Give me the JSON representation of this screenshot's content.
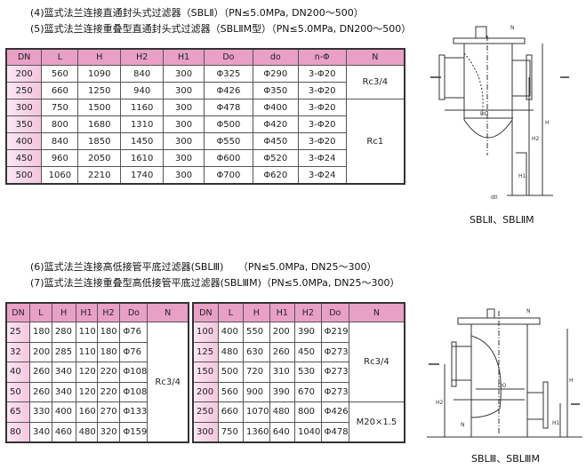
{
  "section1": {
    "title_4": "(4)篮式法兰连接直通封头式过滤器（SBLⅡ）（PN≤5.0MPa, DN200～500）",
    "title_5": "(5)篮式法兰连接重叠型直通封头式过滤器（SBLⅡM型）（PN≤5.0MPa, DN200～500）",
    "headers": [
      "DN",
      "L",
      "H",
      "H2",
      "H1",
      "Do",
      "do",
      "n-Φ",
      "N"
    ],
    "rows": [
      [
        "200",
        "560",
        "1090",
        "840",
        "300",
        "Φ325",
        "Φ290",
        "3-Φ20"
      ],
      [
        "250",
        "660",
        "1250",
        "940",
        "300",
        "Φ426",
        "Φ350",
        "3-Φ20"
      ],
      [
        "300",
        "750",
        "1500",
        "1160",
        "300",
        "Φ478",
        "Φ400",
        "3-Φ20"
      ],
      [
        "350",
        "800",
        "1680",
        "1310",
        "300",
        "Φ500",
        "Φ420",
        "3-Φ20"
      ],
      [
        "400",
        "840",
        "1850",
        "1450",
        "300",
        "Φ550",
        "Φ450",
        "3-Φ20"
      ],
      [
        "450",
        "960",
        "2050",
        "1610",
        "300",
        "Φ600",
        "Φ520",
        "3-Φ24"
      ],
      [
        "500",
        "1060",
        "2210",
        "1740",
        "300",
        "Φ700",
        "Φ620",
        "3-Φ24"
      ]
    ],
    "n_groups": [
      {
        "value": "Rc3/4",
        "span": 2
      },
      {
        "value": "Rc1",
        "span": 5
      }
    ],
    "diagram_caption": "SBLⅡ、SBLⅡM",
    "diagram_labels": {
      "n": "N",
      "do_big": "DO",
      "h": "H",
      "h2": "H2",
      "h1": "H1",
      "do_small": "d0"
    }
  },
  "section2": {
    "title_6": "(6)篮式法兰连接高低接管平底过滤器(SBLⅢ)　　（PN≤5.0MPa, DN25～300）",
    "title_7": "(7)篮式法兰连接重叠型高低接管平底过滤器(SBLⅢM)（PN≤5.0MPa, DN25～300）",
    "headers": [
      "DN",
      "L",
      "H",
      "H1",
      "H2",
      "Do",
      "N"
    ],
    "left_rows": [
      [
        "25",
        "180",
        "280",
        "110",
        "180",
        "Φ76"
      ],
      [
        "32",
        "200",
        "285",
        "110",
        "180",
        "Φ76"
      ],
      [
        "40",
        "260",
        "340",
        "120",
        "220",
        "Φ108"
      ],
      [
        "50",
        "260",
        "340",
        "120",
        "220",
        "Φ108"
      ],
      [
        "65",
        "330",
        "400",
        "160",
        "270",
        "Φ133"
      ],
      [
        "80",
        "340",
        "460",
        "480",
        "320",
        "Φ159"
      ]
    ],
    "left_n_groups": [
      {
        "value": "Rc3/4",
        "span": 6
      }
    ],
    "right_rows": [
      [
        "100",
        "400",
        "550",
        "200",
        "390",
        "Φ219"
      ],
      [
        "125",
        "480",
        "630",
        "260",
        "450",
        "Φ273"
      ],
      [
        "150",
        "500",
        "720",
        "310",
        "530",
        "Φ273"
      ],
      [
        "200",
        "560",
        "900",
        "390",
        "670",
        "Φ273"
      ],
      [
        "250",
        "660",
        "1070",
        "480",
        "800",
        "Φ426"
      ],
      [
        "300",
        "750",
        "1360",
        "640",
        "1040",
        "Φ478"
      ]
    ],
    "right_n_groups": [
      {
        "value": "Rc3/4",
        "span": 4
      },
      {
        "value": "M20×1.5",
        "span": 2
      }
    ],
    "diagram_caption": "SBLⅢ、SBLⅢM",
    "diagram_labels": {
      "n": "N",
      "do_big": "DO",
      "h": "H",
      "h2": "H2",
      "h1": "H1"
    }
  }
}
